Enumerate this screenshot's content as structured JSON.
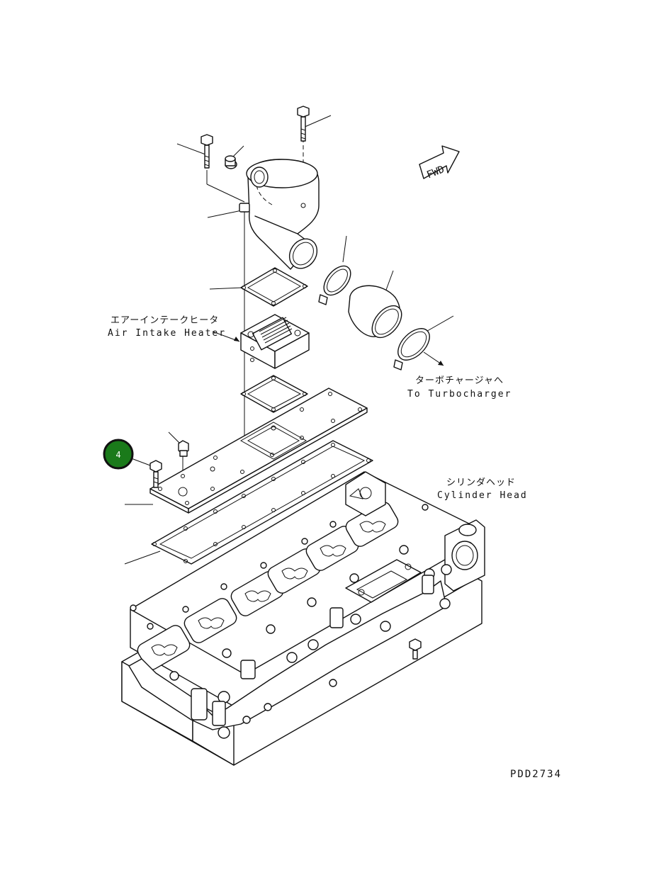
{
  "labels": {
    "air_intake_heater_jp": "エアーインテークヒータ",
    "air_intake_heater_en": "Air Intake Heater",
    "turbo_jp": "ターボチャージャへ",
    "turbo_en": "To Turbocharger",
    "cylinder_head_jp": "シリンダヘッド",
    "cylinder_head_en": "Cylinder Head",
    "fwd": "FWD",
    "drawing_no": "PDD2734"
  },
  "callout": {
    "number": "4",
    "color": "#1a7a1a"
  },
  "colors": {
    "line": "#111111",
    "background": "#ffffff"
  }
}
